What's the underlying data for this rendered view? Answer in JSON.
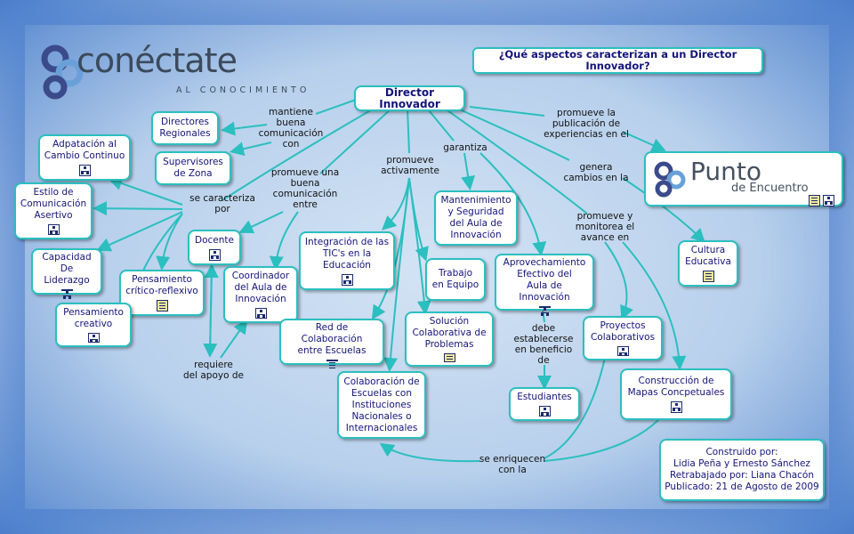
{
  "logo": {
    "title": "conéctate",
    "subtitle": "AL CONOCIMIENTO"
  },
  "question": "¿Qué aspectos caracterizan a un Director Innovador?",
  "root": "Director Innovador",
  "punto": {
    "title": "Punto",
    "subtitle": "de Encuentro"
  },
  "nodes": {
    "directores_regionales": "Directores\nRegionales",
    "supervisores": "Supervisores\nde Zona",
    "adaptacion": "Adpatación al\nCambio Continuo",
    "estilo": "Estilo de\nComunicación\nAsertivo",
    "capacidad": "Capacidad\nDe Liderazgo",
    "pensamiento_critico": "Pensamiento\ncrítico-reflexivo",
    "pensamiento_creativo": "Pensamiento\ncreativo",
    "docente": "Docente",
    "coordinador": "Coordinador\ndel Aula de\nInnovación",
    "integracion": "Integración de las\nTIC's en la\nEducación",
    "mantenimiento": "Mantenimiento\ny Seguridad\ndel Aula de\nInnovación",
    "trabajo": "Trabajo\nen Equipo",
    "red": "Red de Colaboración\nentre Escuelas",
    "solucion": "Solución\nColaborativa de\nProblemas",
    "colaboracion": "Colaboración de\nEscuelas con\nInstituciones\nNacionales o\nInternacionales",
    "aprovechamiento": "Aprovechamiento\nEfectivo del\nAula de Innovación",
    "estudiantes": "Estudiantes",
    "proyectos": "Proyectos\nColaborativos",
    "cultura": "Cultura\nEducativa",
    "construccion": "Construcción de\nMapas Concpetuales"
  },
  "phrases": {
    "mantiene": "mantiene\nbuena\ncomunicación\ncon",
    "caracteriza": "se caracteriza\npor",
    "promueve_buena": "promueve una\nbuena\ncomunicación\nentre",
    "promueve_activamente": "promueve\nactivamente",
    "garantiza": "garantiza",
    "promueve_publicacion": "promueve la\npublicación de\nexperiencias en el",
    "genera": "genera\ncambios en la",
    "monitorea": "promueve y\nmonitorea el\navance en",
    "requiere": "requiere\ndel apoyo de",
    "debe": "debe\nestablecerse\nen beneficio\nde",
    "enriquecen": "se enriquecen\ncon la"
  },
  "credits": {
    "line1": "Construido por:",
    "line2": "Lidia Peña y Ernesto Sánchez",
    "line3": "Retrabajado por: Liana Chacón",
    "line4": "Publicado: 21 de Agosto de 2009"
  },
  "colors": {
    "link": "#2bbfbf",
    "node_text": "#14147a",
    "node_border": "#2bbfbf"
  }
}
